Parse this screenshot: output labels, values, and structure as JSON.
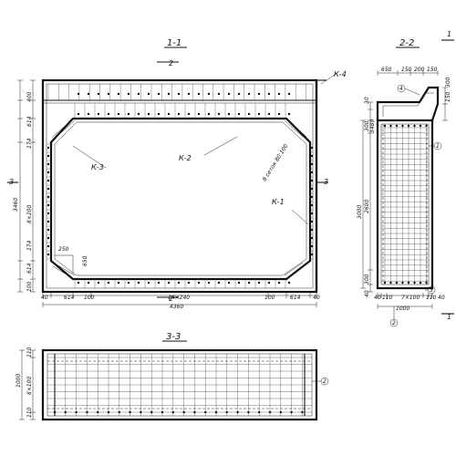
{
  "drawing": {
    "section_1": {
      "title": "1-1",
      "cut_mark": "2",
      "cut_mark_side": "3",
      "bar_k1": "К-1",
      "bar_k2": "К-2",
      "bar_k3": "К-3",
      "bar_k4": "К-4",
      "spacing_note": "8 сеток 80:100",
      "dims_left": [
        "400",
        "614",
        "174",
        "8×200",
        "174",
        "614",
        "100"
      ],
      "dim_total_height": "3460",
      "dims_bottom": [
        "40",
        "614",
        "100",
        "14×240",
        "100",
        "614",
        "40"
      ],
      "dim_total_width": "4360",
      "haunch_h": "250",
      "haunch_v": "650"
    },
    "section_2": {
      "title": "2-2",
      "cut_mark": "1",
      "dims_top": [
        "650",
        "150",
        "200",
        "150"
      ],
      "dims_right_top": [
        "300",
        "150"
      ],
      "dims_left": [
        "30",
        "300",
        "3480",
        "2600",
        "300",
        "40"
      ],
      "dim_total_height": "3000",
      "dims_bottom": [
        "40",
        "110",
        "7×100",
        "110",
        "40"
      ],
      "dim_total_width": "1000",
      "marker_1": "1",
      "marker_2": "2",
      "marker_3": "3",
      "marker_4": "4"
    },
    "section_3": {
      "title": "3-3",
      "dims_left": [
        "110",
        "1000",
        "8×100",
        "110"
      ],
      "marker_2": "2"
    }
  }
}
